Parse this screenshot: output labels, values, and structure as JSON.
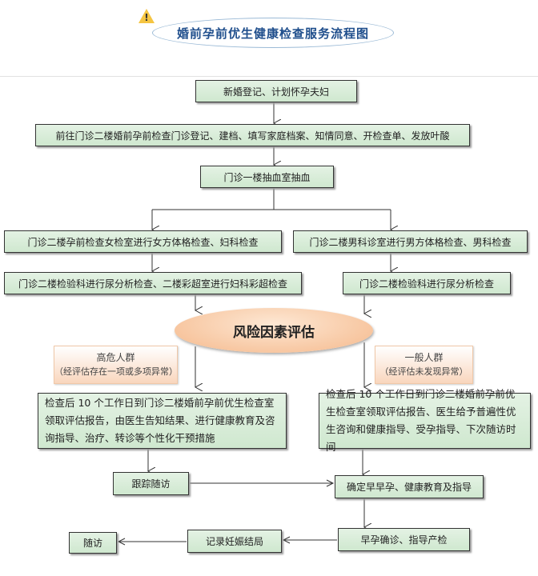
{
  "title": "婚前孕前优生健康检查服务流程图",
  "steps": {
    "s1": "新婚登记、计划怀孕夫妇",
    "s2": "前往门诊二楼婚前孕前检查门诊登记、建档、填写家庭档案、知情同意、开检查单、发放叶酸",
    "s3": "门诊一楼抽血室抽血",
    "s4_female": "门诊二楼孕前检查女检室进行女方体格检查、妇科检查",
    "s4_male": "门诊二楼男科诊室进行男方体格检查、男科检查",
    "s5_female": "门诊二楼检验科进行尿分析检查、二楼彩超室进行妇科彩超检查",
    "s5_male": "门诊二楼检验科进行尿分析检查",
    "risk": "风险因素评估",
    "high_risk": {
      "label": "高危人群",
      "note": "（经评估存在一项或多项异常）"
    },
    "normal": {
      "label": "一般人群",
      "note": "（经评估未发现异常）"
    },
    "high_action": "检查后 10 个工作日到门诊二楼婚前孕前优生检查室领取评估报告，由医生告知结果、进行健康教育及咨询指导、治疗、转诊等个性化干预措施",
    "normal_action": "检查后 10 个工作日到门诊二楼婚前孕前优生检查室领取评估报告、医生给予普遍性优生咨询和健康指导、受孕指导、下次随访时间",
    "track": "跟踪随访",
    "confirm": "确定早早孕、健康教育及指导",
    "early": "早孕确诊、指导产检",
    "record": "记录妊娠结局",
    "followup": "随访"
  }
}
